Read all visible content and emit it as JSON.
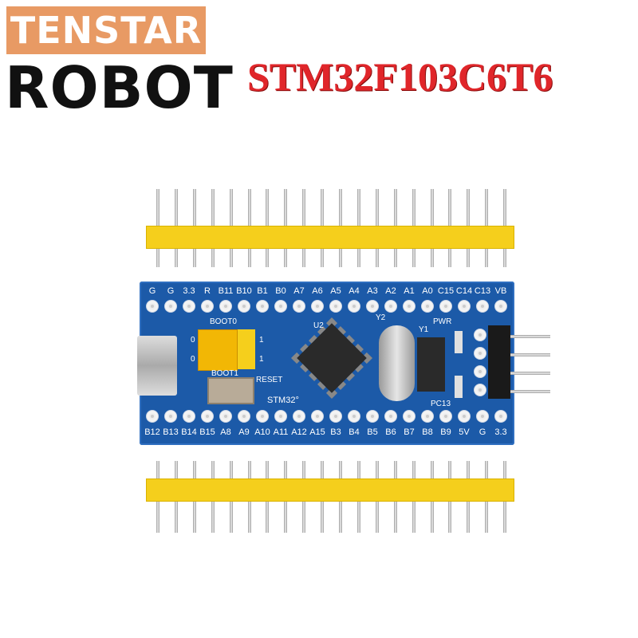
{
  "brand": {
    "line1": "TENSTAR",
    "line2": "ROBOT"
  },
  "title": "STM32F103C6T6",
  "board": {
    "top_pins": [
      "G",
      "G",
      "3.3",
      "R",
      "B11",
      "B10",
      "B1",
      "B0",
      "A7",
      "A6",
      "A5",
      "A4",
      "A3",
      "A2",
      "A1",
      "A0",
      "C15",
      "C14",
      "C13",
      "VB"
    ],
    "bottom_pins": [
      "B12",
      "B13",
      "B14",
      "B15",
      "A8",
      "A9",
      "A10",
      "A11",
      "A12",
      "A15",
      "B3",
      "B4",
      "B5",
      "B6",
      "B7",
      "B8",
      "B9",
      "5V",
      "G",
      "3.3"
    ],
    "labels": {
      "boot0": "BOOT0",
      "boot1": "BOOT1",
      "reset": "RESET",
      "u2": "U2",
      "y2": "Y2",
      "y1": "Y1",
      "pwr": "PWR",
      "pc13": "PC13",
      "stm32": "STM32°",
      "zero_a": "0",
      "zero_b": "0",
      "one_a": "1",
      "one_b": "1"
    }
  },
  "colors": {
    "board": "#1c5aa8",
    "header": "#f5cf1c",
    "title": "#e0262a",
    "brand_box": "#e89a64"
  }
}
